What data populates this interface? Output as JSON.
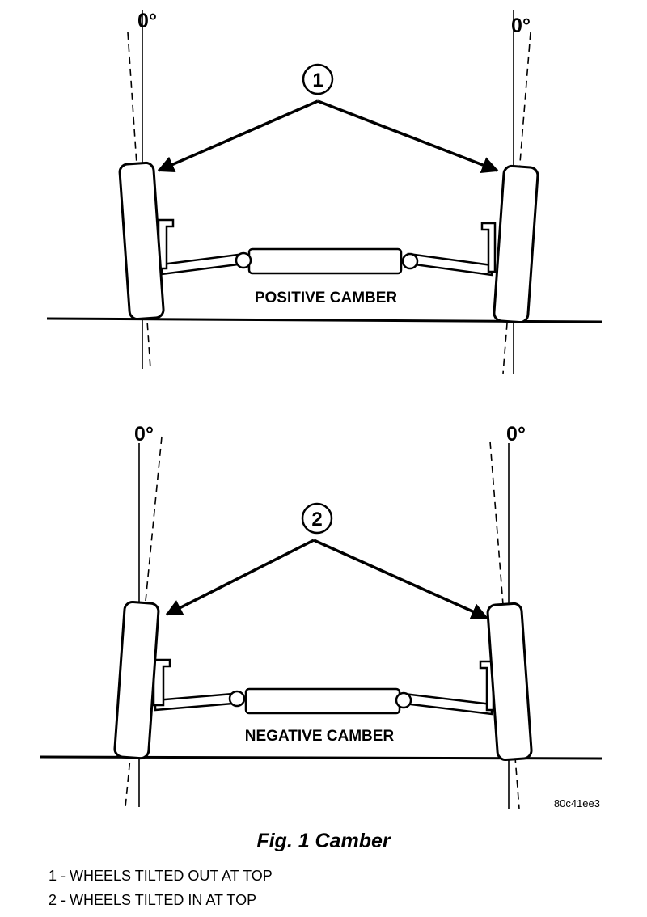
{
  "diagram": {
    "zero_label": "0°",
    "positive": {
      "callout": "1",
      "label": "POSITIVE CAMBER"
    },
    "negative": {
      "callout": "2",
      "label": "NEGATIVE CAMBER"
    },
    "image_code": "80c41ee3"
  },
  "caption": "Fig. 1 Camber",
  "legend": [
    "1 - WHEELS TILTED OUT AT TOP",
    "2 - WHEELS TILTED IN AT TOP"
  ]
}
